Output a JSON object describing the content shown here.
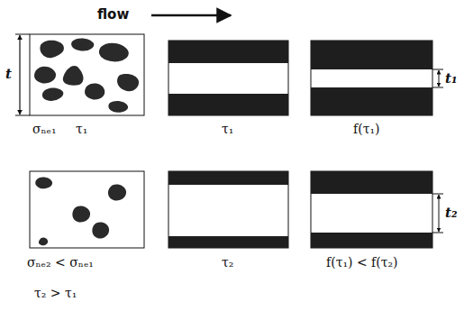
{
  "diagram": {
    "labels": [
      "flow",
      "t",
      "σₙₑ₁",
      "τ₁",
      "τ₁",
      "f(τ₁)",
      "t₁",
      "σₙₑ₂ < σₙₑ₁",
      "τ₂ > τ₁",
      "τ₂",
      "f(τ₁) < f(τ₂)",
      "t₂"
    ]
  }
}
